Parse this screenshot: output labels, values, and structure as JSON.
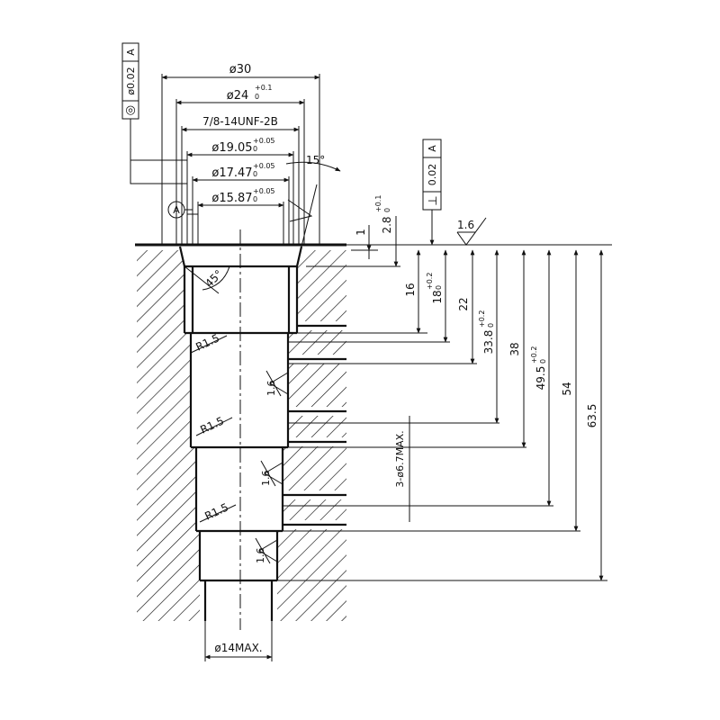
{
  "drawing": {
    "top_dims": {
      "d30": "ø30",
      "d24": "ø24",
      "d24_tol_up": "+0.1",
      "d24_tol_low": "0",
      "thread": "7/8-14UNF-2B",
      "d19": "ø19.05",
      "d19_tol_up": "+0.05",
      "d19_tol_low": "0",
      "d17": "ø17.47",
      "d17_tol_up": "+0.05",
      "d17_tol_low": "0",
      "d15": "ø15.87",
      "d15_tol_up": "+0.05",
      "d15_tol_low": "0",
      "angle15": "15°",
      "angle45": "45°"
    },
    "tolerance_frames": {
      "concentricity": {
        "symbol": "◎",
        "value": "ø0.02",
        "datum": "A"
      },
      "perpendicularity": {
        "symbol": "⊥",
        "value": "0.02",
        "datum": "A"
      }
    },
    "datum_marker": "A",
    "roughness": "1.6",
    "radii": [
      "R1.5",
      "R1.5",
      "R1.5"
    ],
    "right_dims": {
      "d1": "1",
      "d2_8": "2.8",
      "d2_8_tol_up": "+0.1",
      "d2_8_tol_low": "0",
      "d16": "16",
      "d18": "18",
      "d18_tol_up": "+0.2",
      "d18_tol_low": "0",
      "d22": "22",
      "d33_8": "33.8",
      "d33_8_tol_up": "+0.2",
      "d33_8_tol_low": "0",
      "d38": "38",
      "d49_5": "49.5",
      "d49_5_tol_up": "+0.2",
      "d49_5_tol_low": "0",
      "d54": "54",
      "d63_5": "63.5",
      "holes": "3-ø6.7MAX."
    },
    "bottom_dim": "ø14MAX."
  }
}
